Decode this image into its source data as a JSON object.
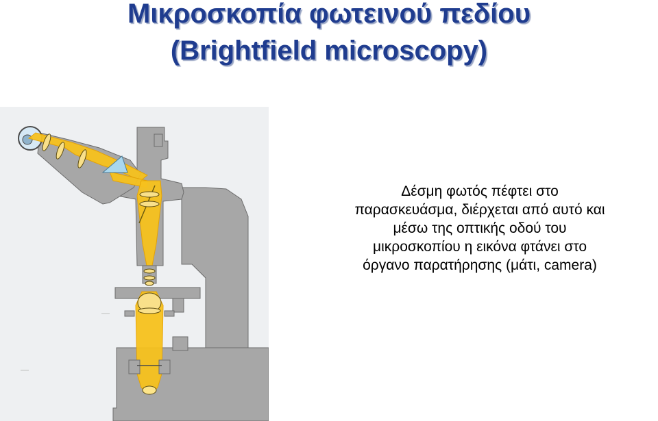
{
  "title": {
    "line1": "Μικροσκοπία φωτεινού πεδίου",
    "line2": "(Brightfield microscopy)"
  },
  "description": {
    "lines": [
      "Δέσμη φωτός πέφτει στο",
      "παρασκευάσμα, διέρχεται από αυτό και",
      "μέσω της οπτικής οδού του",
      "μικροσκοπίου η εικόνα φτάνει στο",
      "όργανο παρατήρησης (μάτι, camera)"
    ]
  },
  "colors": {
    "title": "#1f3c8f",
    "microscope_body": "#a7a7a7",
    "light_path": "#f7c21e",
    "background": "#eef0f2",
    "prism": "#a9d7ee"
  },
  "figure": {
    "subject": "microscope-cross-section",
    "icons": [
      "eye-icon",
      "prism-icon",
      "objective-icon",
      "condenser-icon",
      "light-source-icon"
    ]
  }
}
